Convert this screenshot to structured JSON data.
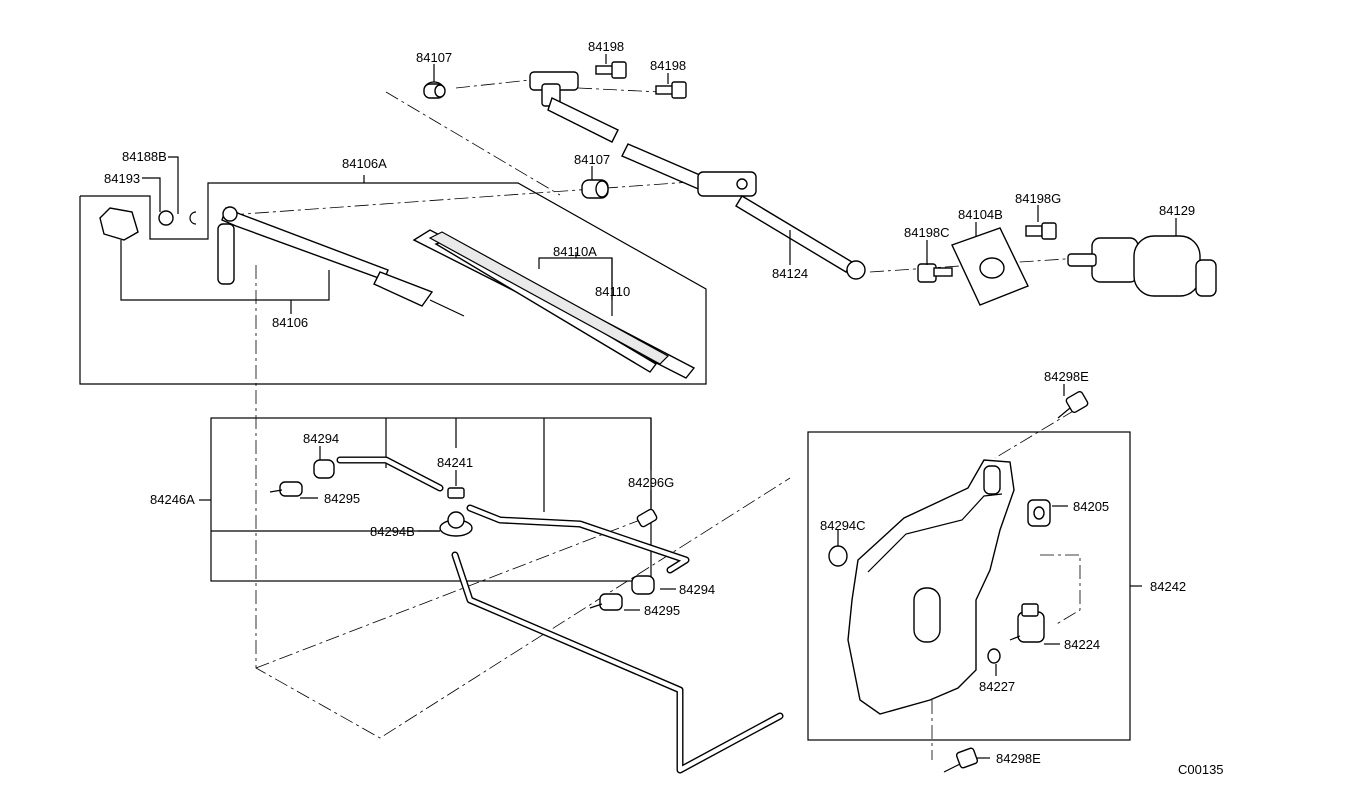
{
  "labels": {
    "p84107a": "84107",
    "p84198a": "84198",
    "p84198b": "84198",
    "p84188B": "84188B",
    "p84193": "84193",
    "p84106A": "84106A",
    "p84107b": "84107",
    "p84110A": "84110A",
    "p84110": "84110",
    "p84124": "84124",
    "p84104B": "84104B",
    "p84198G": "84198G",
    "p84129": "84129",
    "p84198C": "84198C",
    "p84106": "84106",
    "p84298Ea": "84298E",
    "p84294a": "84294",
    "p84241": "84241",
    "p84296G": "84296G",
    "p84246A": "84246A",
    "p84295a": "84295",
    "p84294B": "84294B",
    "p84205": "84205",
    "p84294C": "84294C",
    "p84242": "84242",
    "p84294b": "84294",
    "p84295b": "84295",
    "p84224": "84224",
    "p84227": "84227",
    "p84298Eb": "84298E",
    "code": "C00135"
  }
}
